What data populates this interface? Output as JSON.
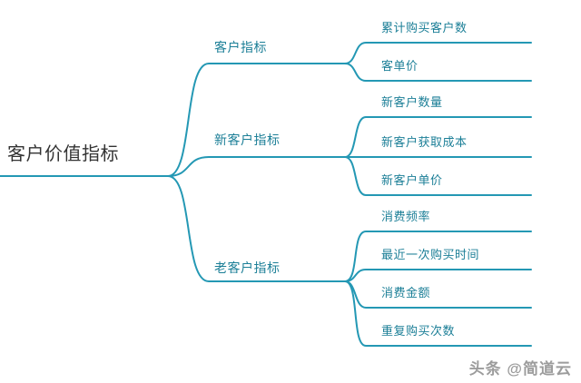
{
  "mindmap": {
    "root": {
      "label": "客户价值指标"
    },
    "branches": [
      {
        "label": "客户指标",
        "children": [
          {
            "label": "累计购买客户数"
          },
          {
            "label": "客单价"
          }
        ]
      },
      {
        "label": "新客户指标",
        "children": [
          {
            "label": "新客户数量"
          },
          {
            "label": "新客户获取成本"
          },
          {
            "label": "新客户单价"
          }
        ]
      },
      {
        "label": "老客户指标",
        "children": [
          {
            "label": "消费频率"
          },
          {
            "label": "最近一次购买时间"
          },
          {
            "label": "消费金额"
          },
          {
            "label": "重复购买次数"
          }
        ]
      }
    ]
  },
  "watermark": {
    "text": "头条 @简道云"
  },
  "colors": {
    "line": "#2498b4",
    "node_text": "#1c7f97",
    "root_text": "#333333",
    "watermark_text": "#9c9c9c",
    "background": "#ffffff"
  }
}
